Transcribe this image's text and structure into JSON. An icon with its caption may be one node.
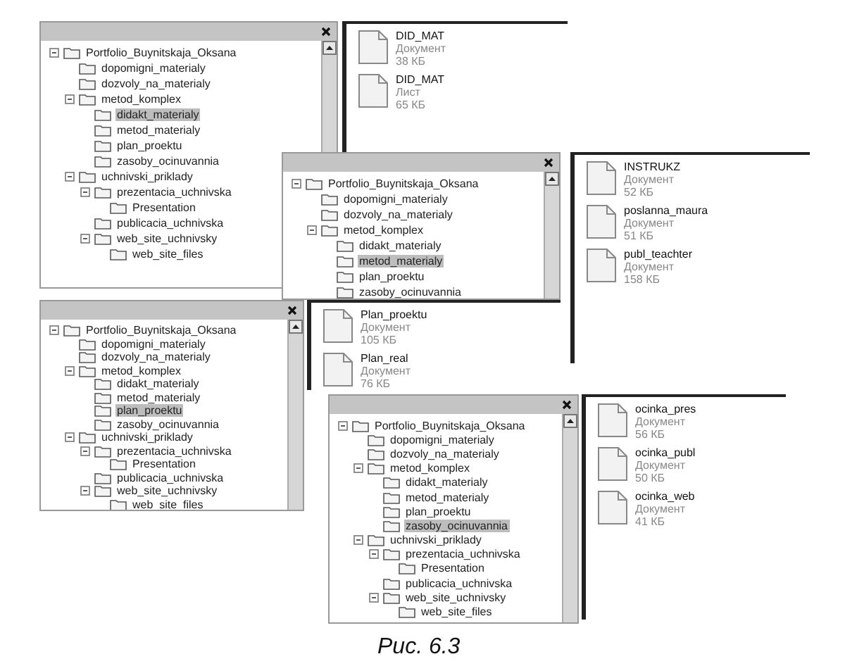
{
  "diagram": {
    "caption": "Рис. 6.3",
    "nodes": [
      {
        "text": [
          "Portfolio_Buynitskaja_Oksana",
          "dopomigni_materialy",
          "dozvoly_na_materialy",
          "metod_komplex",
          "didakt_materialy",
          "metod_materialy",
          "plan_proektu",
          "zasoby_ocinuvannia",
          "uchnivski_priklady",
          "prezentacia_uchnivska",
          "Presentation",
          "publicacia_uchnivska",
          "web_site_uchnivsky",
          "web_site_files"
        ]
      },
      {
        "text": [
          "DID_MAT",
          "Документ",
          "38 КБ",
          "DID_MAT",
          "Лист",
          "65 КБ"
        ]
      },
      {
        "text": [
          "Portfolio_Buynitskaja_Oksana",
          "dopomigni_materialy",
          "dozvoly_na_materialy",
          "metod_komplex",
          "didakt_materialy",
          "metod_materialy",
          "plan_proektu",
          "zasoby_ocinuvannia"
        ]
      },
      {
        "text": [
          "INSTRUKZ",
          "Документ",
          "52 КБ",
          "poslanna_maura",
          "Документ",
          "51 КБ",
          "publ_teachter",
          "Документ",
          "158 КБ"
        ]
      },
      {
        "text": [
          "Portfolio_Buynitskaja_Oksana",
          "dopomigni_materialy",
          "dozvoly_na_materialy",
          "metod_komplex",
          "didakt_materialy",
          "metod_materialy",
          "plan_proektu",
          "zasoby_ocinuvannia",
          "uchnivski_priklady",
          "prezentacia_uchnivska",
          "Presentation",
          "publicacia_uchnivska",
          "web_site_uchnivsky",
          "web_site_files"
        ]
      },
      {
        "text": [
          "Plan_proektu",
          "Документ",
          "105 КБ",
          "Plan_real",
          "Документ",
          "76 КБ"
        ]
      },
      {
        "text": [
          "Portfolio_Buynitskaja_Oksana",
          "dopomigni_materialy",
          "dozvoly_na_materialy",
          "metod_komplex",
          "didakt_materialy",
          "metod_materialy",
          "plan_proektu",
          "zasoby_ocinuvannia",
          "uchnivski_priklady",
          "prezentacia_uchnivska",
          "Presentation",
          "publicacia_uchnivska",
          "web_site_uchnivsky",
          "web_site_files"
        ]
      },
      {
        "text": [
          "ocinka_pres",
          "Документ",
          "56 КБ",
          "ocinka_publ",
          "Документ",
          "50 КБ",
          "ocinka_web",
          "Документ",
          "41 КБ"
        ]
      }
    ],
    "edges": []
  }
}
